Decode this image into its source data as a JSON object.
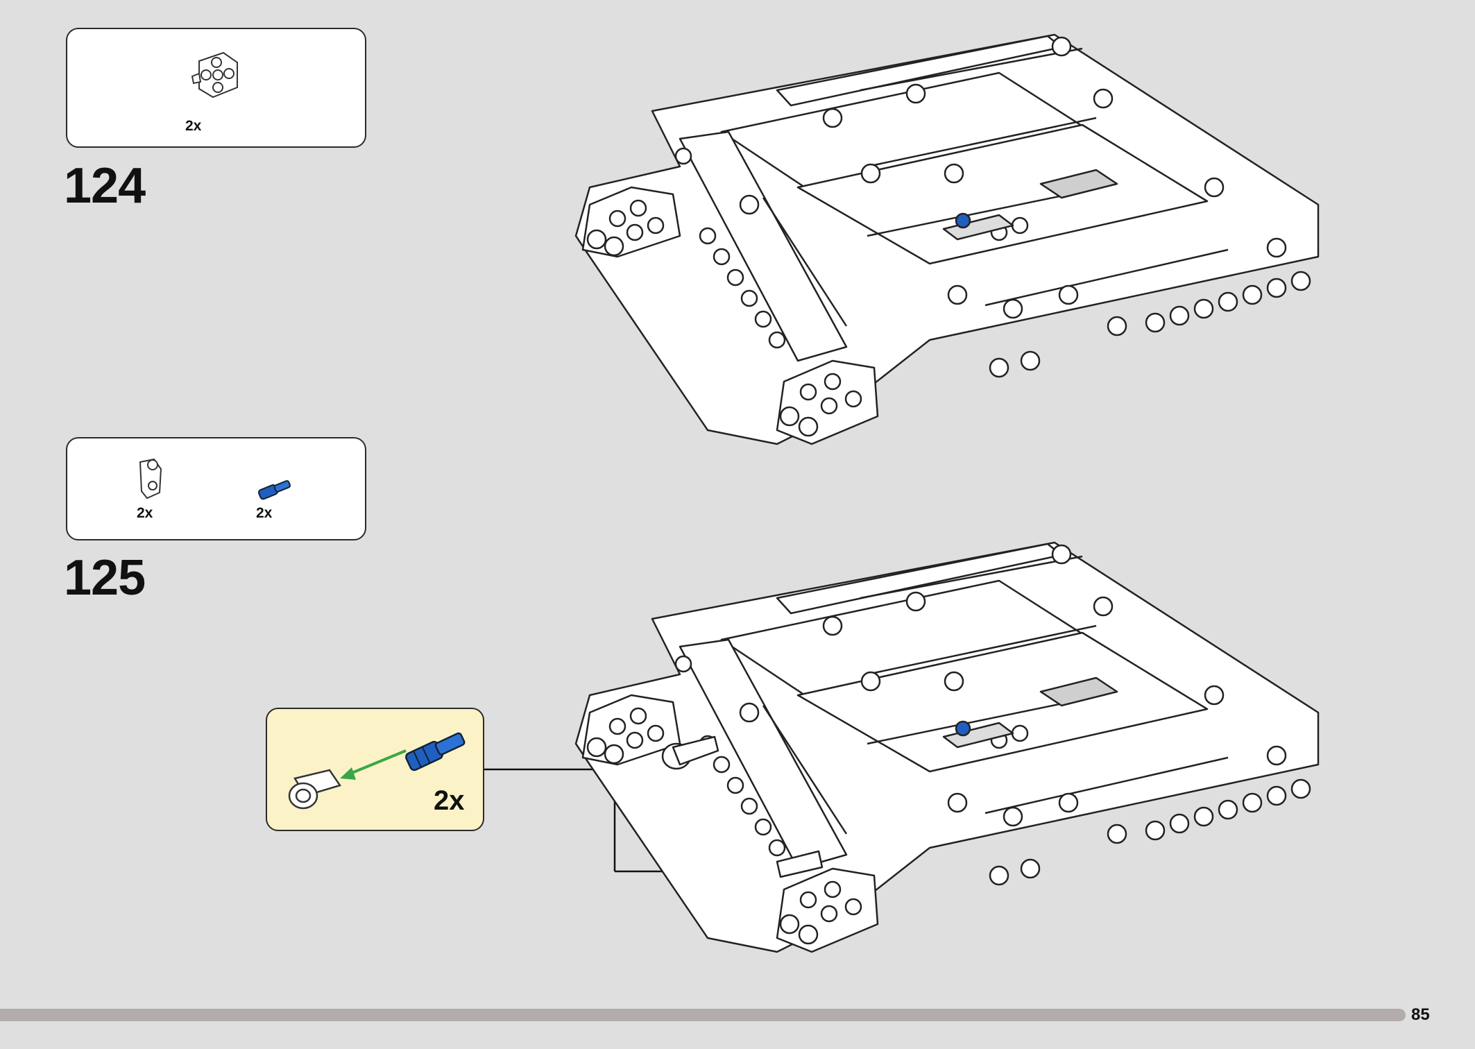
{
  "steps": [
    {
      "number": "124",
      "parts": [
        {
          "qty": "2x",
          "part_icon": "cross-connector-part-icon",
          "color": "#ffffff"
        }
      ]
    },
    {
      "number": "125",
      "parts": [
        {
          "qty": "2x",
          "part_icon": "angle-connector-part-icon",
          "color": "#ffffff"
        },
        {
          "qty": "2x",
          "part_icon": "axle-pin-part-icon",
          "color": "#1f5fbf"
        }
      ],
      "subassembly": {
        "qty": "2x",
        "icons": [
          "angle-connector-part-icon",
          "axle-pin-part-icon",
          "insert-arrow-icon"
        ]
      }
    }
  ],
  "footer": {
    "page_number": "85",
    "progress_fraction": 0.95
  },
  "colors": {
    "background": "#e0dfdf",
    "callout_fill": "#ffffff",
    "subassembly_fill": "#fbf3c7",
    "pin_blue": "#1f5fbf",
    "arrow_green": "#3aa648",
    "progress_bar": "#b2adab"
  }
}
